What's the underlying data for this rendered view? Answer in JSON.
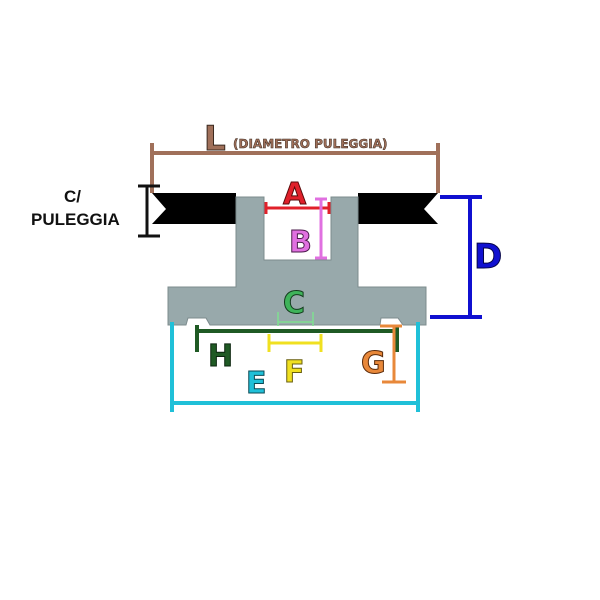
{
  "labels": {
    "L": "L",
    "L_note": "(DIAMETRO PULEGGIA)",
    "A": "A",
    "B": "B",
    "C": "C",
    "D": "D",
    "E": "E",
    "F": "F",
    "G": "G",
    "H": "H",
    "c_pulley_line1": "C/",
    "c_pulley_line2": "PULEGGIA"
  },
  "colors": {
    "L": "#a0705a",
    "A": "#e0202a",
    "B": "#e070e0",
    "C": "#3fb35a",
    "D": "#1010d0",
    "E": "#20c0d8",
    "F": "#f0e020",
    "G": "#e8883a",
    "H": "#1f5a24",
    "body": "#98a9ab",
    "belt": "#000000",
    "text": "#111111"
  }
}
